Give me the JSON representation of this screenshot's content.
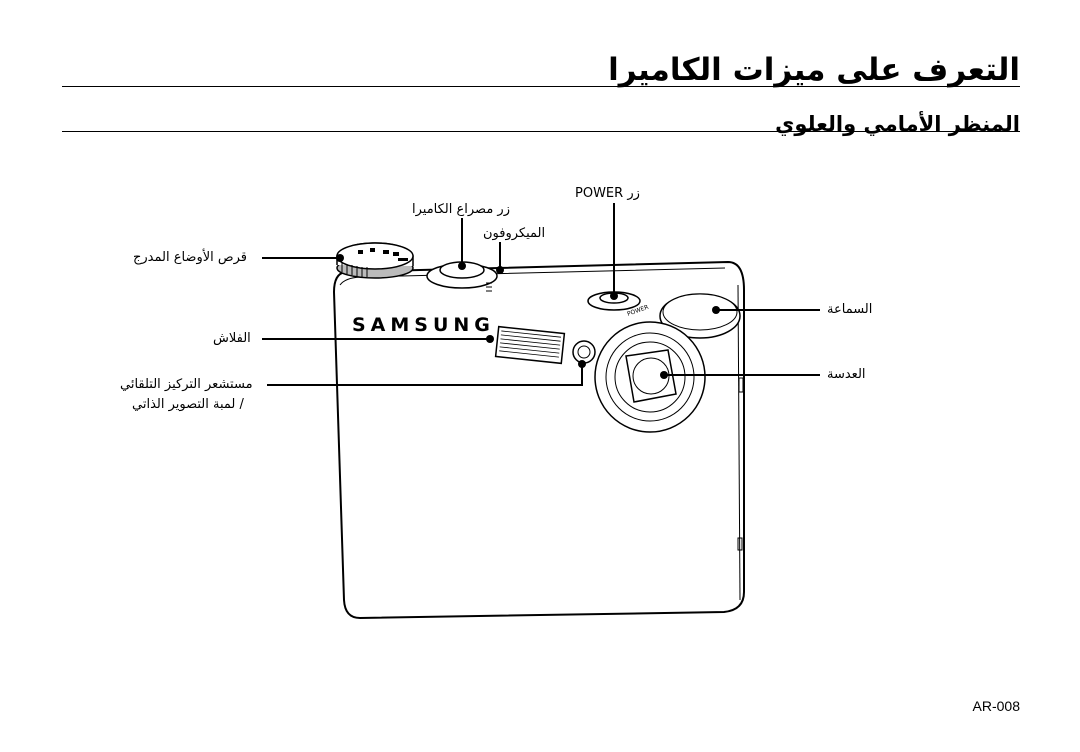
{
  "page": {
    "title": "التعرف على ميزات الكاميرا",
    "subtitle": "المنظر الأمامي والعلوي",
    "footer": "AR-008"
  },
  "camera": {
    "brand": "SAMSUNG"
  },
  "labels": {
    "power_button": "زر POWER",
    "shutter_button": "زر مصراع الكاميرا",
    "microphone": "الميكروفون",
    "mode_dial": "قرص الأوضاع المدرج",
    "flash": "الفلاش",
    "af_sensor_line1": "مستشعر التركيز التلقائي",
    "af_sensor_line2": "/ لمبة التصوير الذاتي",
    "speaker": "السماعة",
    "lens": "العدسة"
  }
}
